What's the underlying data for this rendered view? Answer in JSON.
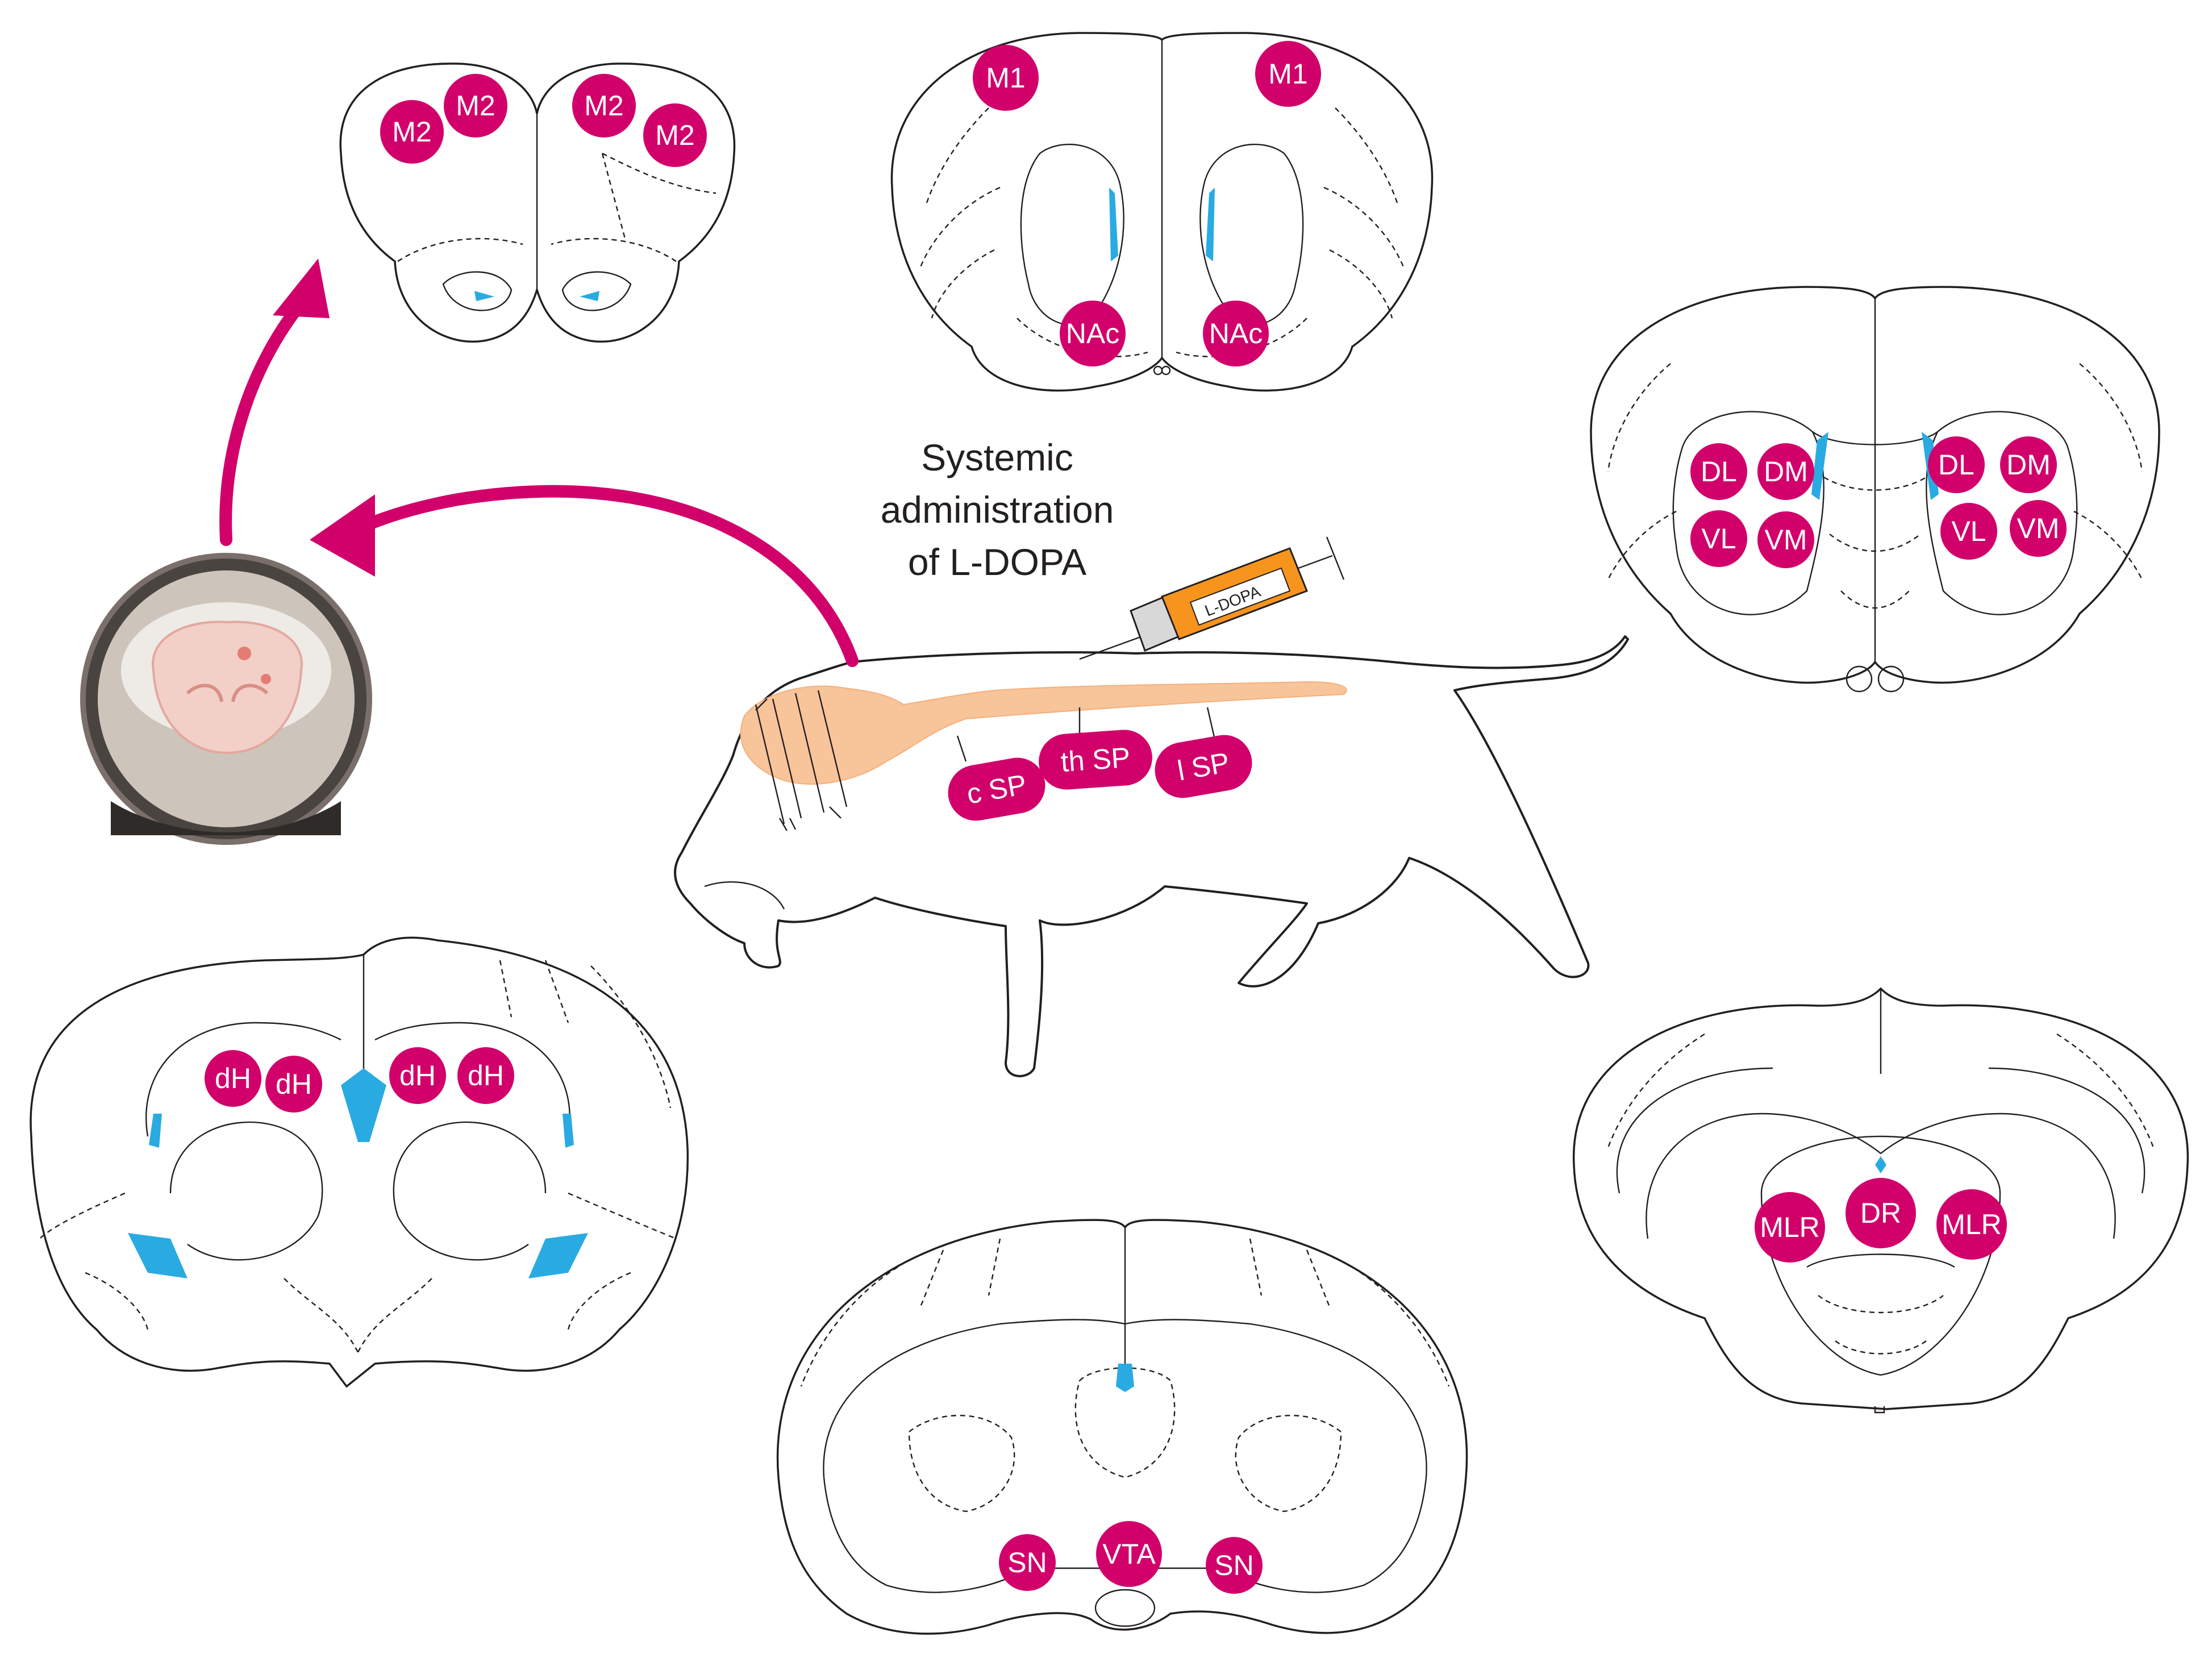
{
  "caption": {
    "lines": [
      "Systemic",
      "administration",
      "of L-DOPA"
    ]
  },
  "syringe_label": "L-DOPA",
  "colors": {
    "accent": "#d1006b",
    "ventricle": "#29abe2",
    "spinal_cord": "#f8c49a",
    "syringe": "#f7941d"
  },
  "sections": {
    "prefrontal": {
      "labels": [
        "M2",
        "M2",
        "M2",
        "M2"
      ]
    },
    "accumbens": {
      "labels": [
        "M1",
        "M1",
        "NAc",
        "NAc"
      ]
    },
    "striatum": {
      "labels": [
        "DL",
        "DM",
        "VL",
        "VM",
        "DL",
        "DM",
        "VL",
        "VM"
      ]
    },
    "hippocampus": {
      "labels": [
        "dH",
        "dH",
        "dH",
        "dH"
      ]
    },
    "midbrain": {
      "labels": [
        "SN",
        "VTA",
        "SN"
      ]
    },
    "brainstem": {
      "labels": [
        "MLR",
        "DR",
        "MLR"
      ]
    }
  },
  "spinal_cord": {
    "labels": [
      "c SP",
      "th SP",
      "l SP"
    ]
  }
}
